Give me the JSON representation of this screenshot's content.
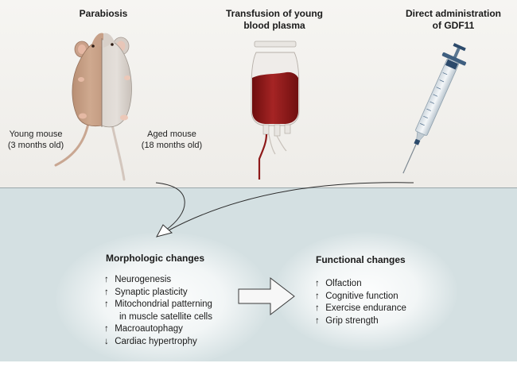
{
  "top": {
    "parabiosis_heading": "Parabiosis",
    "transfusion_heading_line1": "Transfusion of young",
    "transfusion_heading_line2": "blood plasma",
    "gdf11_heading_line1": "Direct administration",
    "gdf11_heading_line2": "of GDF11",
    "young_mouse_line1": "Young mouse",
    "young_mouse_line2": "(3 months old)",
    "aged_mouse_line1": "Aged mouse",
    "aged_mouse_line2": "(18 months old)"
  },
  "morphologic": {
    "title": "Morphologic changes",
    "items": [
      {
        "arrow": "↑",
        "text": "Neurogenesis"
      },
      {
        "arrow": "↑",
        "text": "Synaptic plasticity"
      },
      {
        "arrow": "↑",
        "text": "Mitochondrial patterning"
      },
      {
        "arrow": "",
        "text": "in muscle satellite cells"
      },
      {
        "arrow": "↑",
        "text": "Macroautophagy"
      },
      {
        "arrow": "↓",
        "text": "Cardiac hypertrophy"
      }
    ]
  },
  "functional": {
    "title": "Functional changes",
    "items": [
      {
        "arrow": "↑",
        "text": "Olfaction"
      },
      {
        "arrow": "↑",
        "text": "Cognitive function"
      },
      {
        "arrow": "↑",
        "text": "Exercise endurance"
      },
      {
        "arrow": "↑",
        "text": "Grip strength"
      }
    ]
  },
  "colors": {
    "top_background": "#f2f1ee",
    "bottom_background": "#d4e0e2",
    "young_mouse": "#c9a48a",
    "aged_mouse": "#d8d2cc",
    "plasma_blood": "#8e1a1a",
    "syringe_barrel": "#e6ecf0",
    "syringe_plunger": "#2c4a6b"
  }
}
